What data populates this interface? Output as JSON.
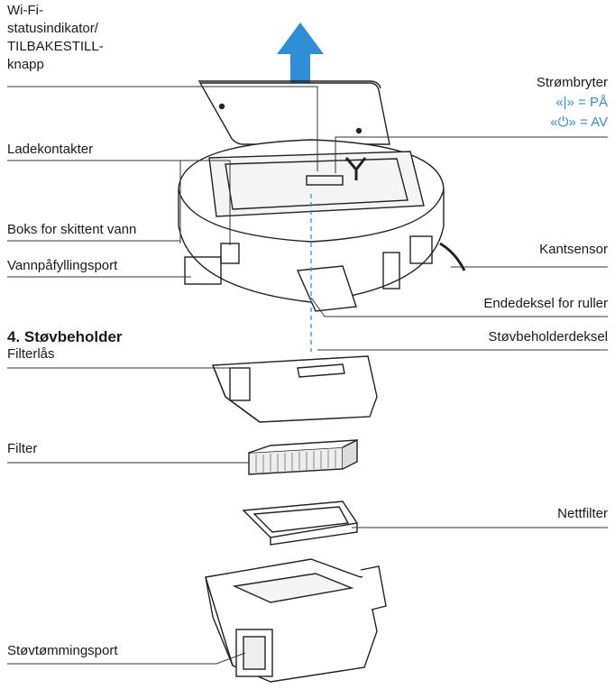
{
  "labels": {
    "wifi": [
      "Wi-Fi-",
      "statusindikator/",
      "TILBAKESTILL-",
      "knapp"
    ],
    "power_switch": "Strømbryter",
    "power_on": "«|» = PÅ",
    "power_off": "«⏻» = AV",
    "charge_contacts": "Ladekontakter",
    "dirty_water_box": "Boks for skittent vann",
    "water_fill_port": "Vannpåfyllingsport",
    "edge_sensor": "Kantsensor",
    "roller_end_cover": "Endedeksel for ruller",
    "section_heading": "4. Støvbeholder",
    "filter_lock": "Filterlås",
    "dust_bin_cover": "Støvbeholderdeksel",
    "filter": "Filter",
    "mesh_filter": "Nettfilter",
    "dust_empty_port": "Støvtømmingsport"
  },
  "colors": {
    "accent": "#2f8fd6",
    "line": "#333333"
  }
}
